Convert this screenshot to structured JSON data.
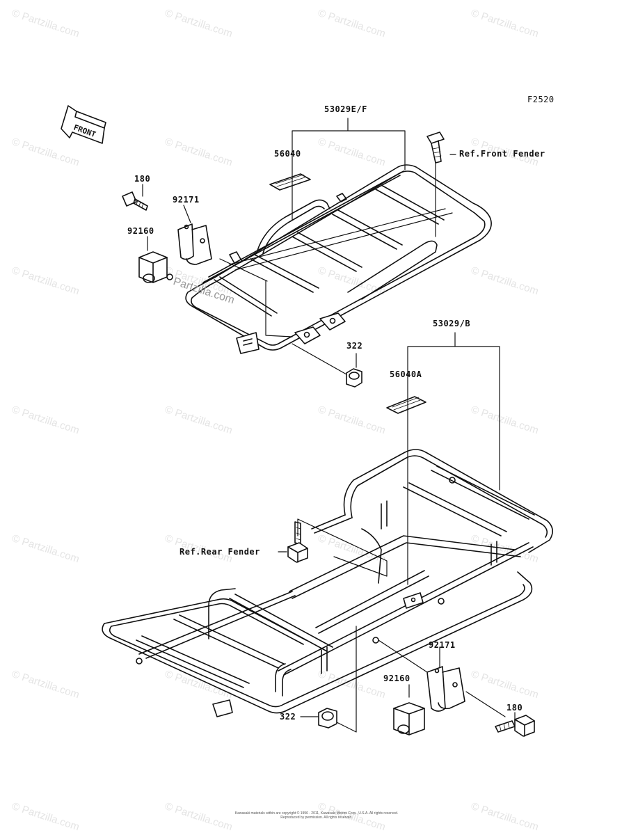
{
  "figure_code": "F2520",
  "front_arrow_text": "FRONT",
  "labels": {
    "front_carrier": "53029E/F",
    "front_decal": "56040",
    "front_bolt_ref": "Ref.Front Fender",
    "front_bolt": "180",
    "front_bracket": "92171",
    "front_clamp": "92160",
    "front_nut": "322",
    "rear_carrier": "53029/B",
    "rear_decal": "56040A",
    "rear_bolt_ref": "Ref.Rear Fender",
    "rear_bracket": "92171",
    "rear_clamp": "92160",
    "rear_bolt": "180",
    "rear_nut": "322"
  },
  "watermark": {
    "small": "© Partzilla.com",
    "large": "Partzilla.com"
  },
  "copyright": "Kawasaki materials within are copyright © 1996 - 2011, Kawasaki Motors Corp., U.S.A. All rights reserved. Reproduced by permission. All rights reserved."
}
